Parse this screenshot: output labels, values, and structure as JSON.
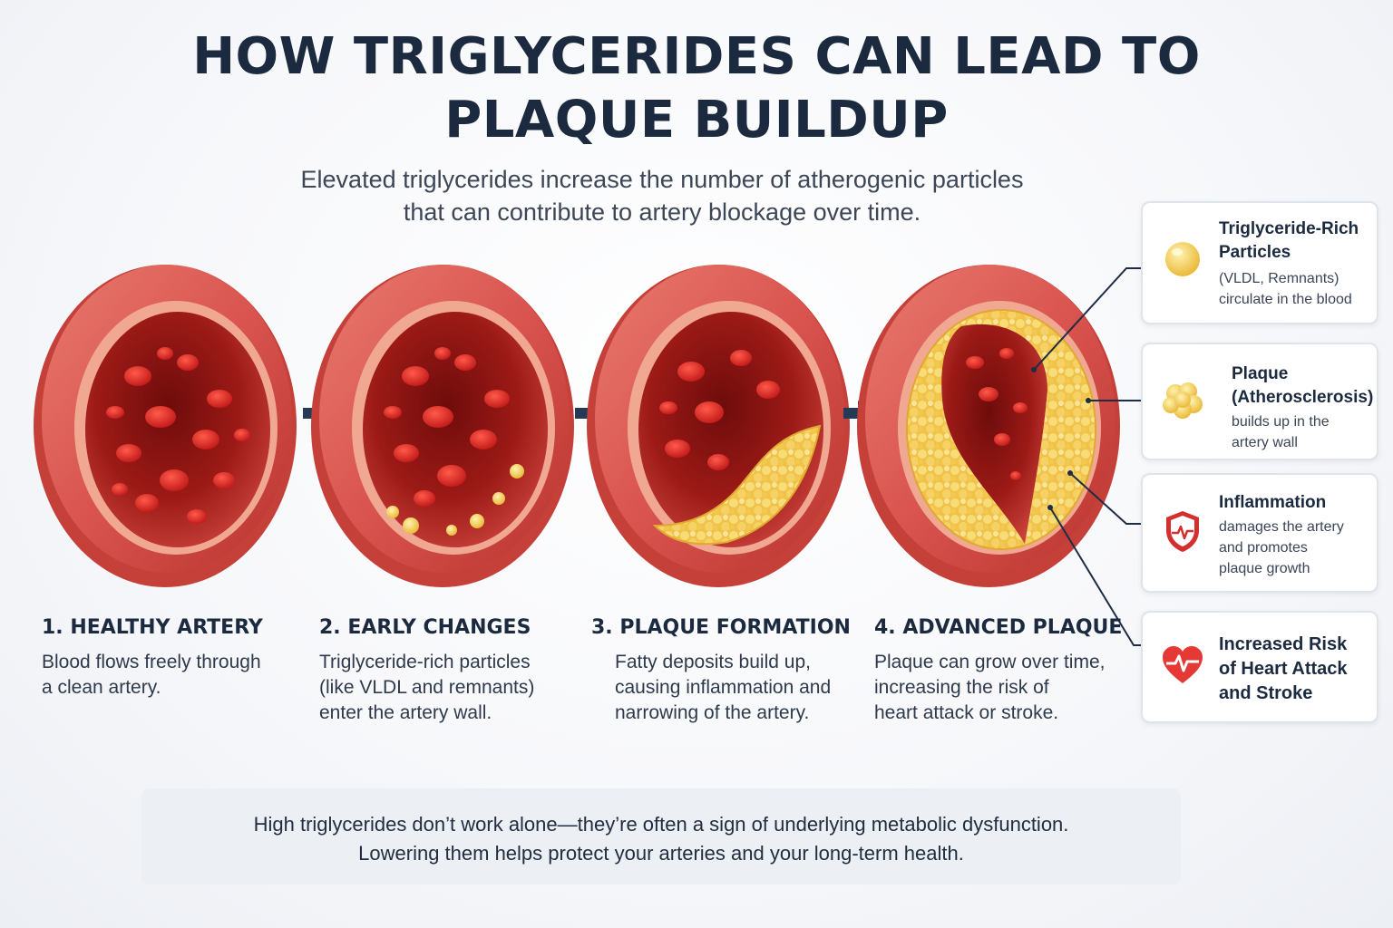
{
  "title": {
    "line1": "HOW TRIGLYCERIDES CAN LEAD TO",
    "line2": "PLAQUE BUILDUP"
  },
  "subtitle": {
    "line1": "Elevated triglycerides increase the number of atherogenic particles",
    "line2": "that can contribute to artery blockage over time."
  },
  "steps": [
    {
      "heading": "1. HEALTHY ARTERY",
      "lines": [
        "Blood flows freely through",
        "a clean artery."
      ]
    },
    {
      "heading": "2. EARLY CHANGES",
      "lines": [
        "Triglyceride-rich particles",
        "(like VLDL and remnants)",
        "enter the artery wall."
      ]
    },
    {
      "heading": "3. PLAQUE FORMATION",
      "lines": [
        "Fatty deposits build up,",
        "causing inflammation and",
        "narrowing of the artery."
      ]
    },
    {
      "heading": "4. ADVANCED PLAQUE",
      "lines": [
        "Plaque can grow over time,",
        "increasing the risk of",
        "heart attack or stroke."
      ]
    }
  ],
  "callouts": [
    {
      "icon": "fat-particle-icon",
      "title_lines": [
        "Triglyceride-Rich",
        "Particles"
      ],
      "desc_lines": [
        "(VLDL, Remnants)",
        "circulate in the blood"
      ]
    },
    {
      "icon": "plaque-cluster-icon",
      "title_lines": [
        "Plaque",
        "(Atherosclerosis)"
      ],
      "desc_lines": [
        "builds up in the",
        "artery wall"
      ]
    },
    {
      "icon": "shield-pulse-icon",
      "title_lines": [
        "Inflammation"
      ],
      "desc_lines": [
        "damages the artery",
        "and promotes",
        "plaque growth"
      ]
    },
    {
      "icon": "heart-pulse-icon",
      "title_lines": [
        "Increased Risk",
        "of Heart Attack",
        "and Stroke"
      ],
      "desc_lines": []
    }
  ],
  "footer": {
    "line1": "High triglycerides don’t work alone—they’re often a sign of underlying metabolic dysfunction.",
    "line2": "Lowering them helps protect your arteries and your long-term health."
  },
  "colors": {
    "heading": "#1c2a40",
    "arrow": "#243a57",
    "artery_outer": "#d9534f",
    "artery_dark": "#b8322e",
    "lumen": "#7a1010",
    "blood_cell": "#e02020",
    "plaque": "#f2c94c",
    "callout_line": "#1e2d43"
  }
}
